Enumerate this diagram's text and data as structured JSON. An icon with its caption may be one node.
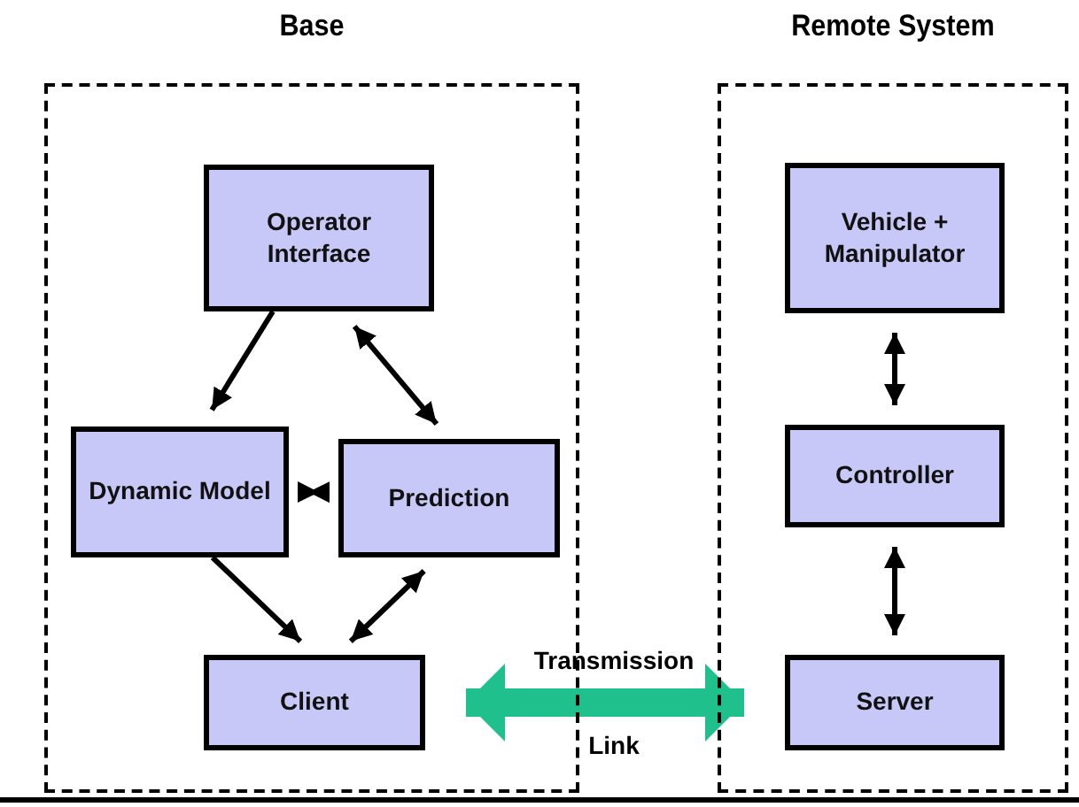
{
  "diagram": {
    "nodes": [
      {
        "text": [
          "Base"
        ]
      },
      {
        "text": [
          "Operator Interface"
        ],
        "in": 0
      },
      {
        "text": [
          "Dynamic Model"
        ],
        "in": 0
      },
      {
        "text": [
          "Prediction"
        ],
        "in": 0
      },
      {
        "text": [
          "Client"
        ],
        "in": 0
      },
      {
        "text": [
          "Remote System"
        ]
      },
      {
        "text": [
          "Vehicle + Manipulator"
        ],
        "in": 5
      },
      {
        "text": [
          "Controller"
        ],
        "in": 5
      },
      {
        "text": [
          "Server"
        ],
        "in": 5
      }
    ],
    "edges": [
      {
        "from": 1,
        "to": 2,
        "arrow": "to"
      },
      {
        "from": 1,
        "to": 3,
        "arrow": "both"
      },
      {
        "from": 2,
        "to": 3,
        "arrow": "both"
      },
      {
        "from": 2,
        "to": 4,
        "arrow": "to"
      },
      {
        "from": 3,
        "to": 4,
        "arrow": "both"
      },
      {
        "from": 4,
        "to": 8,
        "arrow": "both",
        "label": "Transmission Link",
        "style": "thick",
        "color": "#1fc08c"
      },
      {
        "from": 6,
        "to": 7,
        "arrow": "both"
      },
      {
        "from": 7,
        "to": 8,
        "arrow": "both"
      }
    ]
  }
}
